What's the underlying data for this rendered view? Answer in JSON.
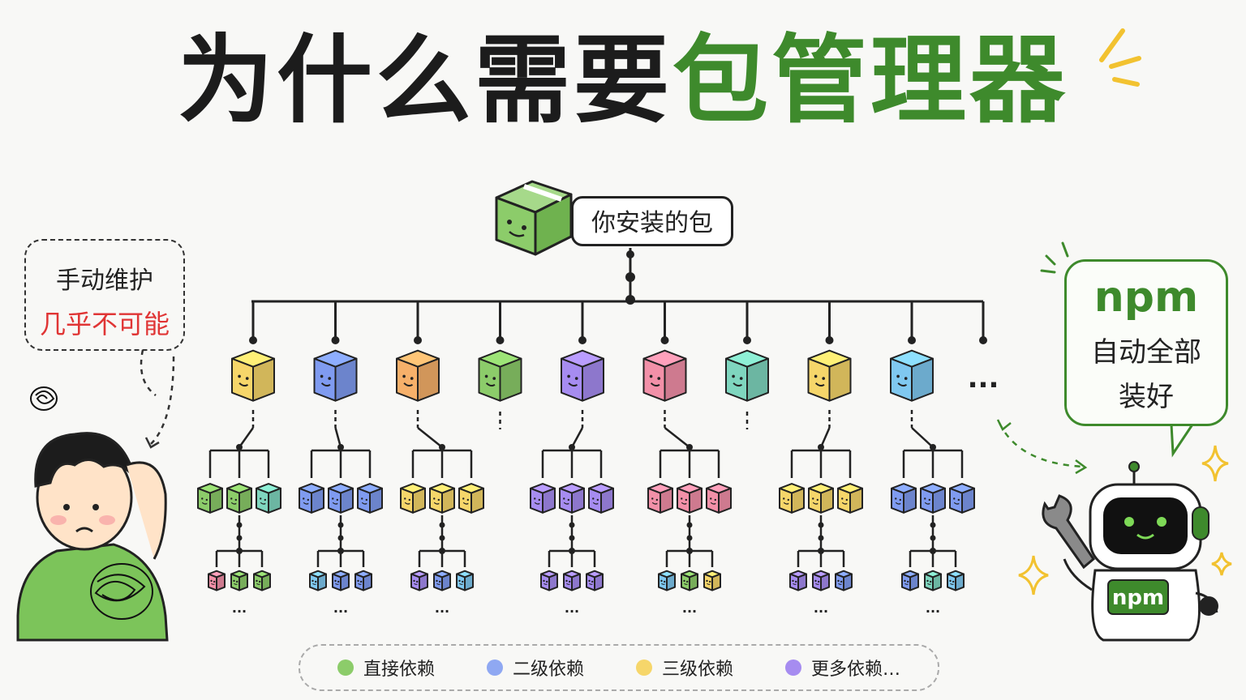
{
  "title": {
    "part1": "为什么需要",
    "part2": "包管理器"
  },
  "root_label": "你安装的包",
  "left_bubble": {
    "line1": "手动维护",
    "line2": "几乎不可能"
  },
  "npm_bubble": {
    "brand": "npm",
    "line1": "自动全部",
    "line2": "装好"
  },
  "robot_badge": "npm",
  "tree": {
    "direct_colors": [
      "#f6d66a",
      "#7f9bf0",
      "#f6b06a",
      "#8ccc6a",
      "#a68cf0",
      "#f290a8",
      "#7fd6bf",
      "#f6d66a",
      "#7fc8f0"
    ],
    "level2_colors": [
      [
        "#8ccc6a",
        "#8ccc6a",
        "#7fd6bf"
      ],
      [
        "#7f9bf0",
        "#7f9bf0",
        "#7f9bf0"
      ],
      [
        "#f6d66a",
        "#f6d66a",
        "#f6d66a"
      ],
      [
        "#a68cf0",
        "#a68cf0",
        "#a68cf0"
      ],
      [
        "#f290a8",
        "#f290a8",
        "#f290a8"
      ],
      [
        "#f6d66a",
        "#f6d66a",
        "#f6d66a"
      ],
      [
        "#7f9bf0",
        "#7f9bf0",
        "#7f9bf0"
      ]
    ],
    "level3_colors": [
      [
        "#f290a8",
        "#8ccc6a",
        "#8ccc6a"
      ],
      [
        "#7fc8f0",
        "#7f9bf0",
        "#7f9bf0"
      ],
      [
        "#a68cf0",
        "#7f9bf0",
        "#7fc8f0"
      ],
      [
        "#a68cf0",
        "#a68cf0",
        "#a68cf0"
      ],
      [
        "#7fc8f0",
        "#8ccc6a",
        "#f6d66a"
      ],
      [
        "#a68cf0",
        "#a68cf0",
        "#7f9bf0"
      ],
      [
        "#7f9bf0",
        "#7fd6bf",
        "#7fc8f0"
      ]
    ],
    "more_marker": "...",
    "sub_more_marker": "..."
  },
  "legend": [
    {
      "label": "直接依赖",
      "color": "#8ccc6a"
    },
    {
      "label": "二级依赖",
      "color": "#8fa8f2"
    },
    {
      "label": "三级依赖",
      "color": "#f6d66a"
    },
    {
      "label": "更多依赖…",
      "color": "#a68cf0"
    }
  ]
}
